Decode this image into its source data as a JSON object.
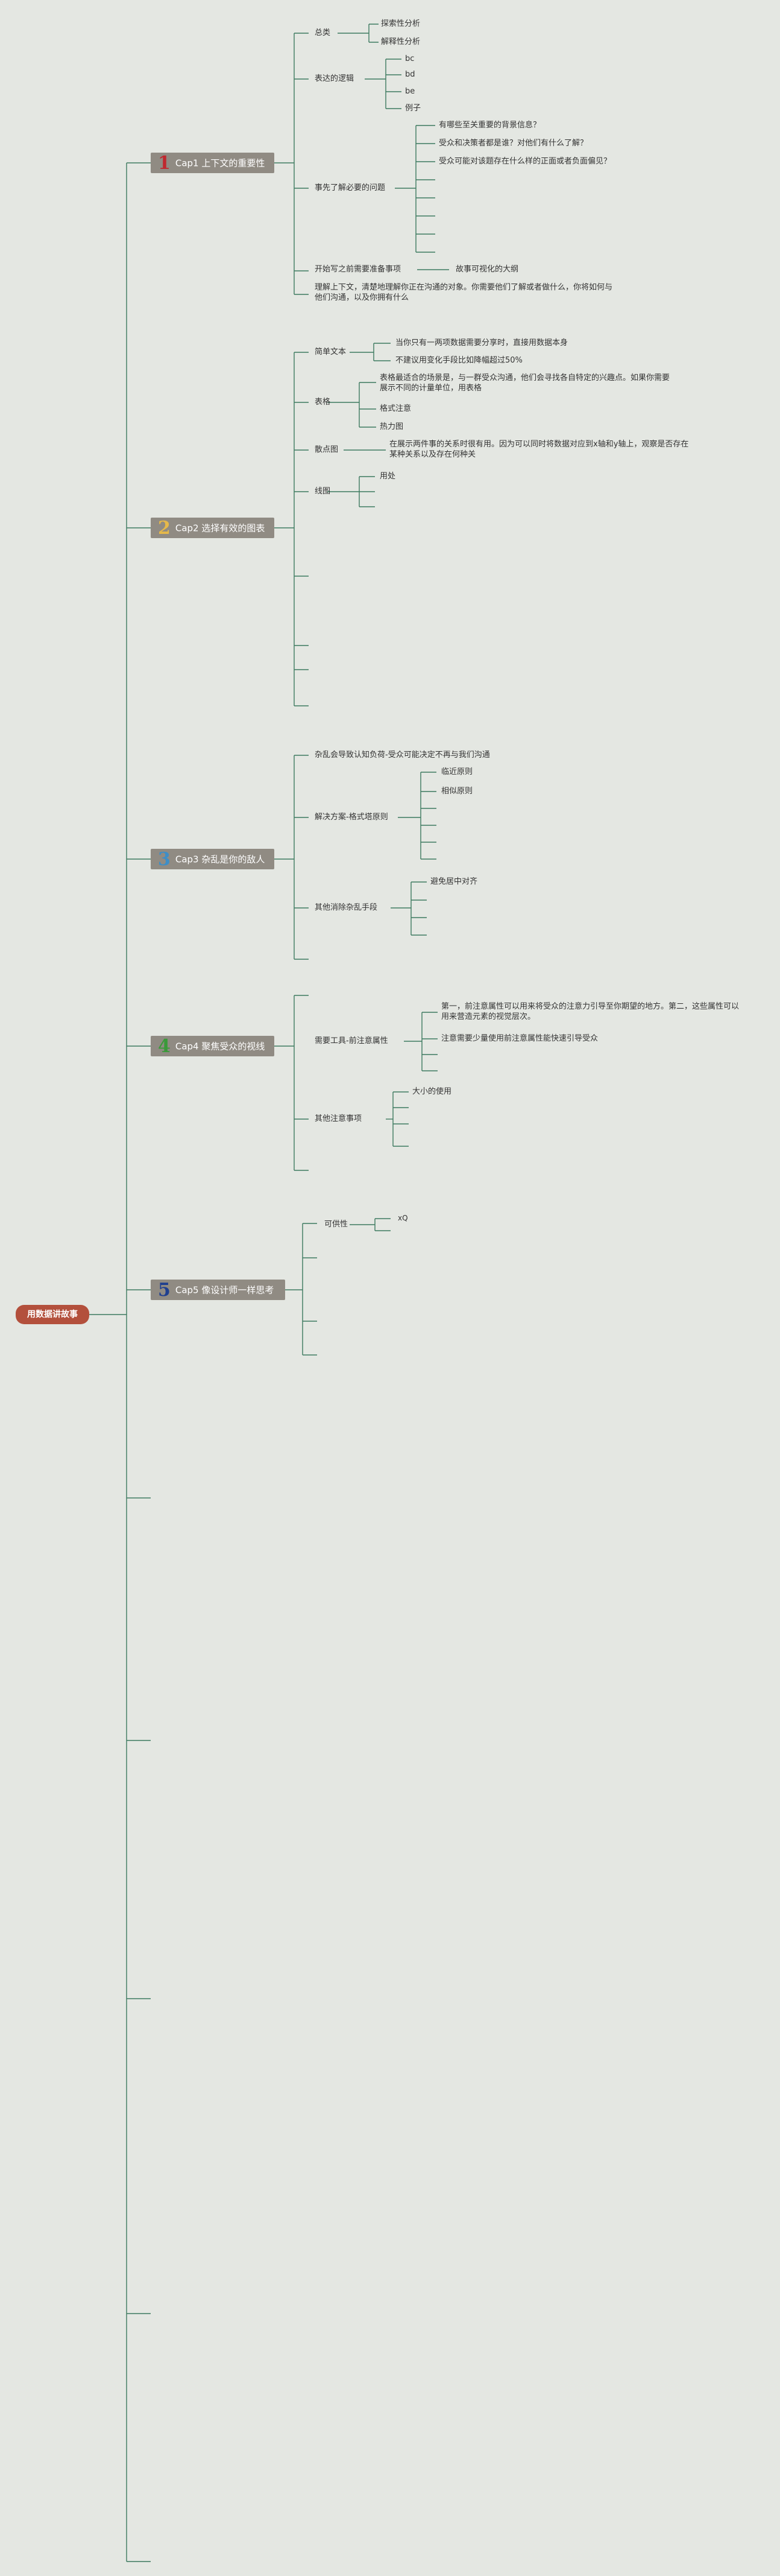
{
  "root": "用数据讲故事",
  "colors": {
    "line": "#3d7a5f",
    "root_bg": "#b3503c",
    "cap_bg": "#908b83",
    "background": "#e4e7e2"
  },
  "caps": [
    {
      "num": "1",
      "color": "#c0282f",
      "label": "Cap1 上下文的重要性"
    },
    {
      "num": "2",
      "color": "#e6b94a",
      "label": "Cap2 选择有效的图表"
    },
    {
      "num": "3",
      "color": "#3e8ec7",
      "label": "Cap3 杂乱是你的敌人"
    },
    {
      "num": "4",
      "color": "#3a9a3a",
      "label": "Cap4 聚焦受众的视线"
    },
    {
      "num": "5",
      "color": "#1f3f8f",
      "label": "Cap5 像设计师一样思考"
    }
  ],
  "cap1": {
    "zonglei": "总类",
    "tansuo": "探索性分析",
    "jieshi": "解释性分析",
    "biaoda": "表达的逻辑",
    "b1": "bc",
    "b2": "bd",
    "b3": "be",
    "b4": "例子",
    "shixian": "事先了解必要的问题",
    "q1": "有哪些至关重要的背景信息？",
    "q2": "受众和决策者都是谁？对他们有什么了解？",
    "q3": "受众可能对该题存在什么样的正面或者负面偏见？",
    "kaishi": "开始写之前需要准备事项",
    "gushi": "故事可视化的大纲",
    "lijie": "理解上下文，清楚地理解你正在沟通的对象。你需要他们了解或者做什么，你将如何与他们沟通，以及你拥有什么"
  },
  "cap2": {
    "jiandan": "简单文本",
    "j1": "当你只有一两项数据需要分享时，直接用数据本身",
    "j2": "不建议用变化手段比如降幅超过50%",
    "biaoge": "表格",
    "bg1": "表格最适合的场景是，与一群受众沟通，他们会寻找各自特定的兴趣点。如果你需要展示不同的计量单位，用表格",
    "bg2": "格式注意",
    "bg3": "热力图",
    "sandian": "散点图",
    "sd1": "在展示两件事的关系时很有用。因为可以同时将数据对应到x轴和y轴上，观察是否存在某种关系以及存在何种关",
    "xiantu": "线图",
    "xt1": "用处"
  },
  "cap3": {
    "zaluan": "杂乱会导致认知负荷-受众可能决定不再与我们沟通",
    "jiejue": "解决方案-格式塔原则",
    "jj1": "临近原则",
    "jj2": "相似原则",
    "qita": "其他消除杂乱手段",
    "qt1": "避免居中对齐"
  },
  "cap4": {
    "xuyao": "需要工具-前注意属性",
    "xy1": "第一，前注意属性可以用来将受众的注意力引导至你期望的地方。第二，这些属性可以用来营造元素的视觉层次。",
    "xy2": "注意需要少量使用前注意属性能快速引导受众",
    "qita": "其他注意事项",
    "qt1": "大小的使用"
  },
  "cap5": {
    "kegong": "可供性",
    "kg1": "xQ"
  }
}
